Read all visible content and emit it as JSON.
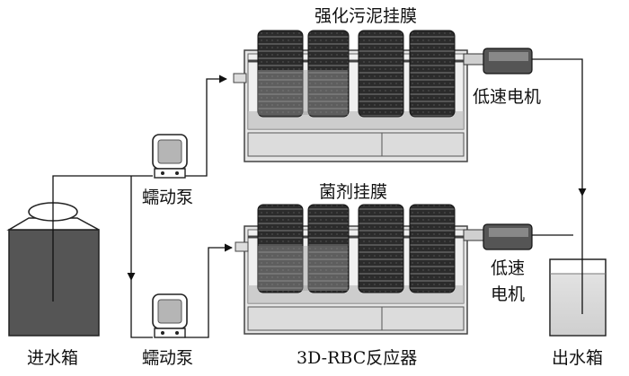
{
  "labels": {
    "top_reactor_title": "强化污泥挂膜",
    "bottom_reactor_title": "菌剂挂膜",
    "motor_top": "低速电机",
    "motor_bottom_line1": "低速",
    "motor_bottom_line2": "电机",
    "pump_top": "蠕动泵",
    "pump_bottom": "蠕动泵",
    "inlet_tank": "进水箱",
    "outlet_tank": "出水箱",
    "reactor_name": "3D-RBC反应器"
  },
  "colors": {
    "line": "#111111",
    "tank_fill": "#555555",
    "reactor_body": "#e6e6e6",
    "disc": "#2b2b2b",
    "water": "#d9d9d9"
  }
}
